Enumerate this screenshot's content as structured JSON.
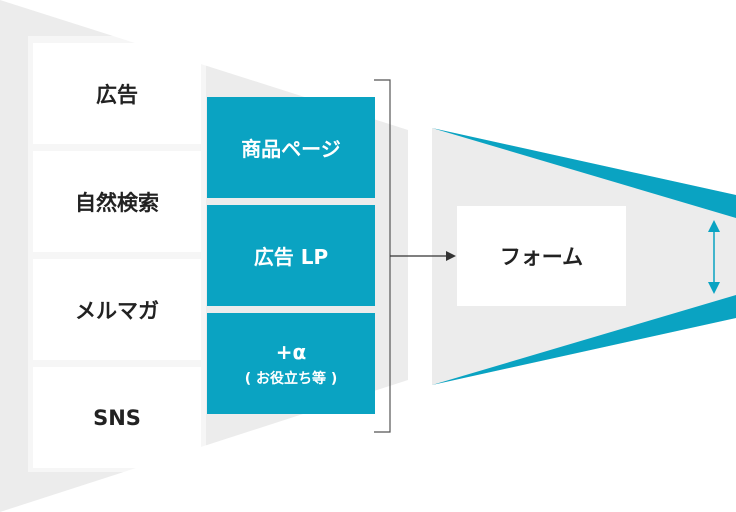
{
  "sources": {
    "items": [
      {
        "label": "広告"
      },
      {
        "label": "自然検索"
      },
      {
        "label": "メルマガ"
      },
      {
        "label": "SNS"
      }
    ]
  },
  "pages": {
    "items": [
      {
        "label": "商品ページ",
        "sub": ""
      },
      {
        "label": "広告 LP",
        "sub": ""
      },
      {
        "label": "+α",
        "sub": "( お役立ち等 )"
      }
    ]
  },
  "form": {
    "label": "フォーム"
  },
  "colors": {
    "accent": "#0aa3c2",
    "funnel": "#ececec",
    "bracket": "#555555"
  }
}
